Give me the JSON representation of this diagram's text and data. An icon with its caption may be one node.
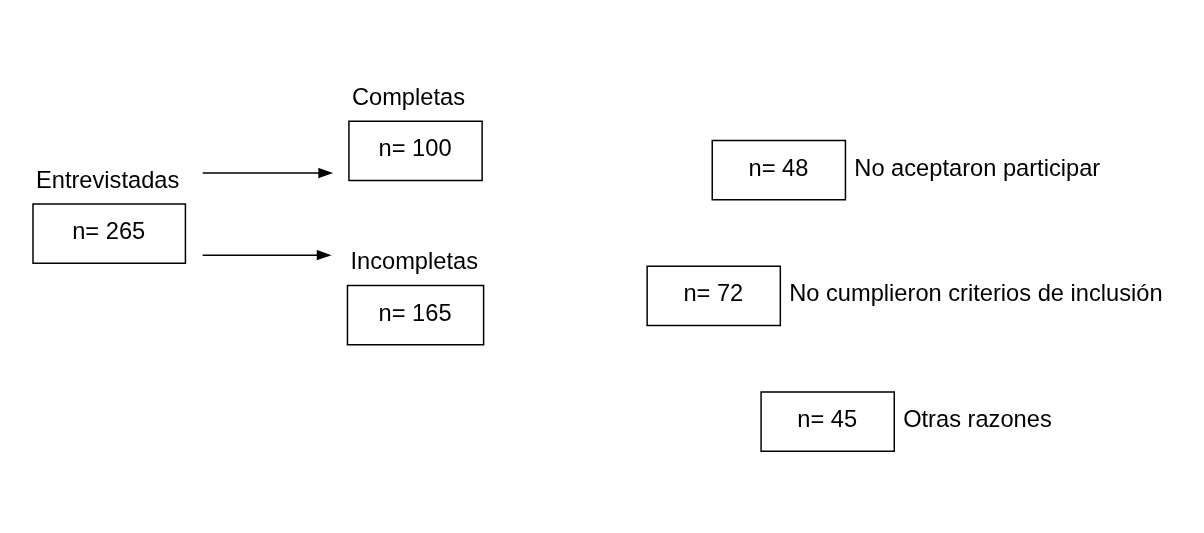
{
  "diagram": {
    "nodes": [
      {
        "text": [
          "Entrevistadas",
          "n= 265"
        ]
      },
      {
        "text": [
          "Completas",
          "n= 100"
        ]
      },
      {
        "text": [
          "Incompletas",
          "n= 165"
        ]
      },
      {
        "text": [
          "n= 48"
        ],
        "beside": [
          "No aceptaron participar"
        ]
      },
      {
        "text": [
          "n= 72"
        ],
        "beside": [
          "No cumplieron criterios de inclusión"
        ]
      },
      {
        "text": [
          "n= 45"
        ],
        "beside": [
          "Otras razones"
        ]
      }
    ],
    "edges": [
      {
        "from": 0,
        "to": 1,
        "arrow": "to"
      },
      {
        "from": 0,
        "to": 2,
        "arrow": "to"
      }
    ]
  }
}
